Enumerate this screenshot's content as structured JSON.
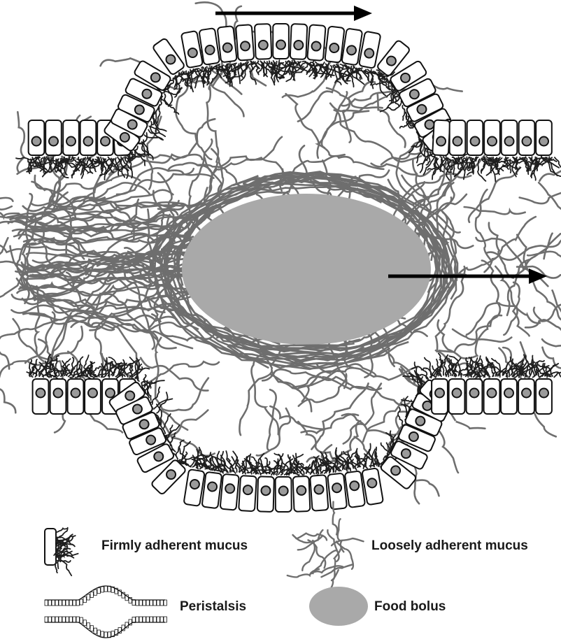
{
  "legend": {
    "firmly_adherent": "Firmly adherent mucus",
    "loosely_adherent": "Loosely adherent mucus",
    "peristalsis": "Peristalsis",
    "food_bolus": "Food bolus"
  },
  "colors": {
    "mucus_loose": "#6e6e6e",
    "mucus_firm": "#1e1e1e",
    "bolus": "#a9a9a9",
    "nucleus": "#9a9a9a",
    "outline": "#111111",
    "arrow": "#000000"
  },
  "icons": [
    "arrow-right-icon",
    "cell-icon",
    "nucleus-icon",
    "mucus-strand-icon"
  ]
}
